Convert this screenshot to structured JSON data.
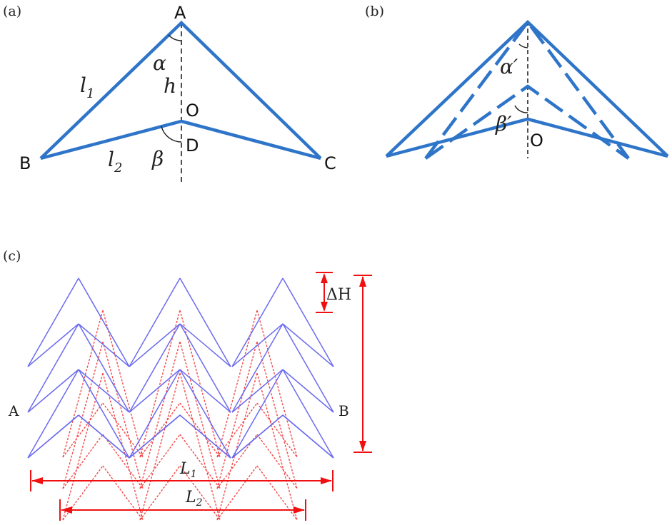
{
  "panel_a": {
    "label": "(a)",
    "points": {
      "A": "A",
      "B": "B",
      "C": "C",
      "O": "O",
      "D": "D"
    },
    "l1": "l",
    "l1_sub": "1",
    "l2": "l",
    "l2_sub": "2",
    "h": "h",
    "alpha": "α",
    "beta": "β"
  },
  "panel_b": {
    "label": "(b)",
    "alpha_prime": "α′",
    "beta_prime": "β′",
    "O": "O"
  },
  "panel_c": {
    "label": "(c)",
    "left_label": "A",
    "right_label": "B",
    "delta_h": "ΔH",
    "L1": "L",
    "L1_sub": "1",
    "L2": "L",
    "L2_sub": "2"
  },
  "colors": {
    "structure": "#2e75c9",
    "lattice": "#6b6bf0",
    "deformed": "#f24a4a",
    "dimension": "#f01010",
    "dash_axis": "#222222"
  }
}
